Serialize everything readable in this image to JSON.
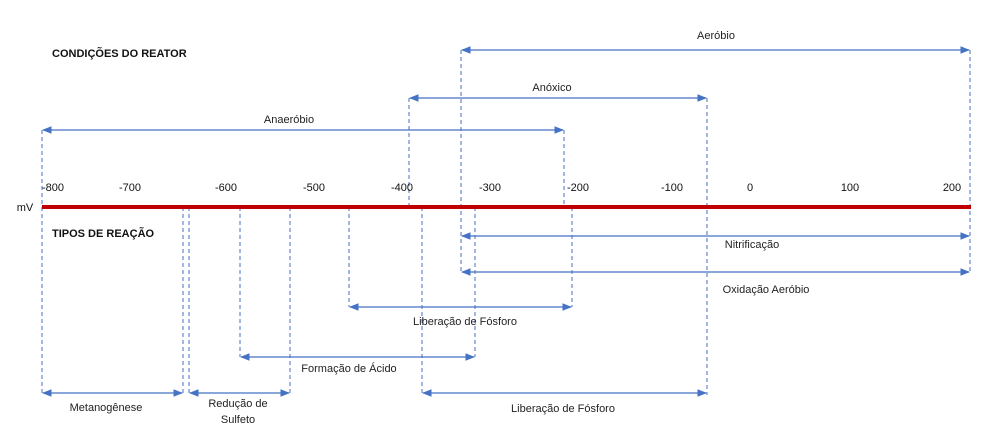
{
  "headers": {
    "reactor_conditions": "CONDIÇÕES DO REATOR",
    "reaction_types": "TIPOS DE REAÇÃO"
  },
  "axis": {
    "unit": "mV",
    "ticks": [
      "-800",
      "-700",
      "-600",
      "-500",
      "-400",
      "-300",
      "-200",
      "-100",
      "0",
      "100",
      "200"
    ],
    "color": "#C00000"
  },
  "conditions": {
    "aerobic": "Aeróbio",
    "anoxic": "Anóxico",
    "anaerobic": "Anaeróbio"
  },
  "reactions": {
    "nitrification": "Nitrificação",
    "aerobic_oxidation": "Oxidação Aeróbio",
    "phosphorus_release_1": "Liberação de Fósforo",
    "acid_formation": "Formação de Ácido",
    "methanogenesis": "Metanogênese",
    "sulfide_reduction_line1": "Redução de",
    "sulfide_reduction_line2": "Sulfeto",
    "phosphorus_release_2": "Liberação de Fósforo"
  },
  "colors": {
    "arrow": "#4472C4",
    "axis": "#C00000"
  }
}
